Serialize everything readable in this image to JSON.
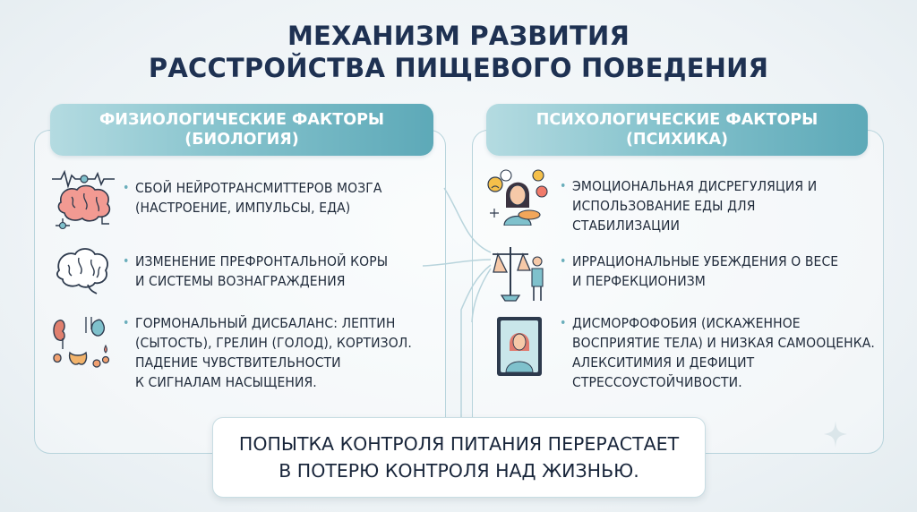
{
  "title": {
    "line1": "МЕХАНИЗМ РАЗВИТИЯ",
    "line2": "РАССТРОЙСТВА ПИЩЕВОГО ПОВЕДЕНИЯ"
  },
  "left": {
    "header": {
      "line1": "ФИЗИОЛОГИЧЕСКИЕ ФАКТОРЫ",
      "line2": "(БИОЛОГИЯ)"
    },
    "items": [
      {
        "icon": "brain-neurotransmitter-icon",
        "lines": [
          "СБОЙ НЕЙРОТРАНСМИТТЕРОВ МОЗГА",
          "(НАСТРОЕНИЕ, ИМПУЛЬСЫ, ЕДА)"
        ]
      },
      {
        "icon": "brain-icon",
        "lines": [
          "ИЗМЕНЕНИЕ ПРЕФРОНТАЛЬНОЙ КОРЫ",
          "И СИСТЕМЫ ВОЗНАГРАЖДЕНИЯ"
        ]
      },
      {
        "icon": "endocrine-organs-icon",
        "lines": [
          "ГОРМОНАЛЬНЫЙ ДИСБАЛАНС: ЛЕПТИН",
          "(СЫТОСТЬ), ГРЕЛИН (ГОЛОД), КОРТИЗОЛ.",
          "ПАДЕНИЕ ЧУВСТВИТЕЛЬНОСТИ",
          "К СИГНАЛАМ НАСЫЩЕНИЯ."
        ]
      }
    ]
  },
  "right": {
    "header": {
      "line1": "ПСИХОЛОГИЧЕСКИЕ ФАКТОРЫ",
      "line2": "(ПСИХИКА)"
    },
    "items": [
      {
        "icon": "emotional-eating-woman-icon",
        "lines": [
          "ЭМОЦИОНАЛЬНАЯ ДИСРЕГУЛЯЦИЯ И",
          "ИСПОЛЬЗОВАНИЕ ЕДЫ ДЛЯ",
          "СТАБИЛИЗАЦИИ"
        ]
      },
      {
        "icon": "scale-person-icon",
        "lines": [
          "ИРРАЦИОНАЛЬНЫЕ УБЕЖДЕНИЯ О ВЕСЕ",
          "И ПЕРФЕКЦИОНИЗМ"
        ]
      },
      {
        "icon": "mirror-reflection-icon",
        "lines": [
          "ДИСМОРФОФОБИЯ (ИСКАЖЕННОЕ",
          "ВОСПРИЯТИЕ ТЕЛА) И НИЗКАЯ САМООЦЕНКА.",
          "АЛЕКСИТИМИЯ И ДЕФИЦИТ",
          "СТРЕССОУСТОЙЧИВОСТИ."
        ]
      }
    ]
  },
  "conclusion": {
    "line1": "ПОПЫТКА КОНТРОЛЯ ПИТАНИЯ ПЕРЕРАСТАЕТ",
    "line2": "В ПОТЕРЮ КОНТРОЛЯ НАД ЖИЗНЬЮ."
  },
  "colors": {
    "title": "#1e3152",
    "accent": "#5da9b8",
    "header_light": "#b4dbe1",
    "text": "#1f2a3a"
  }
}
